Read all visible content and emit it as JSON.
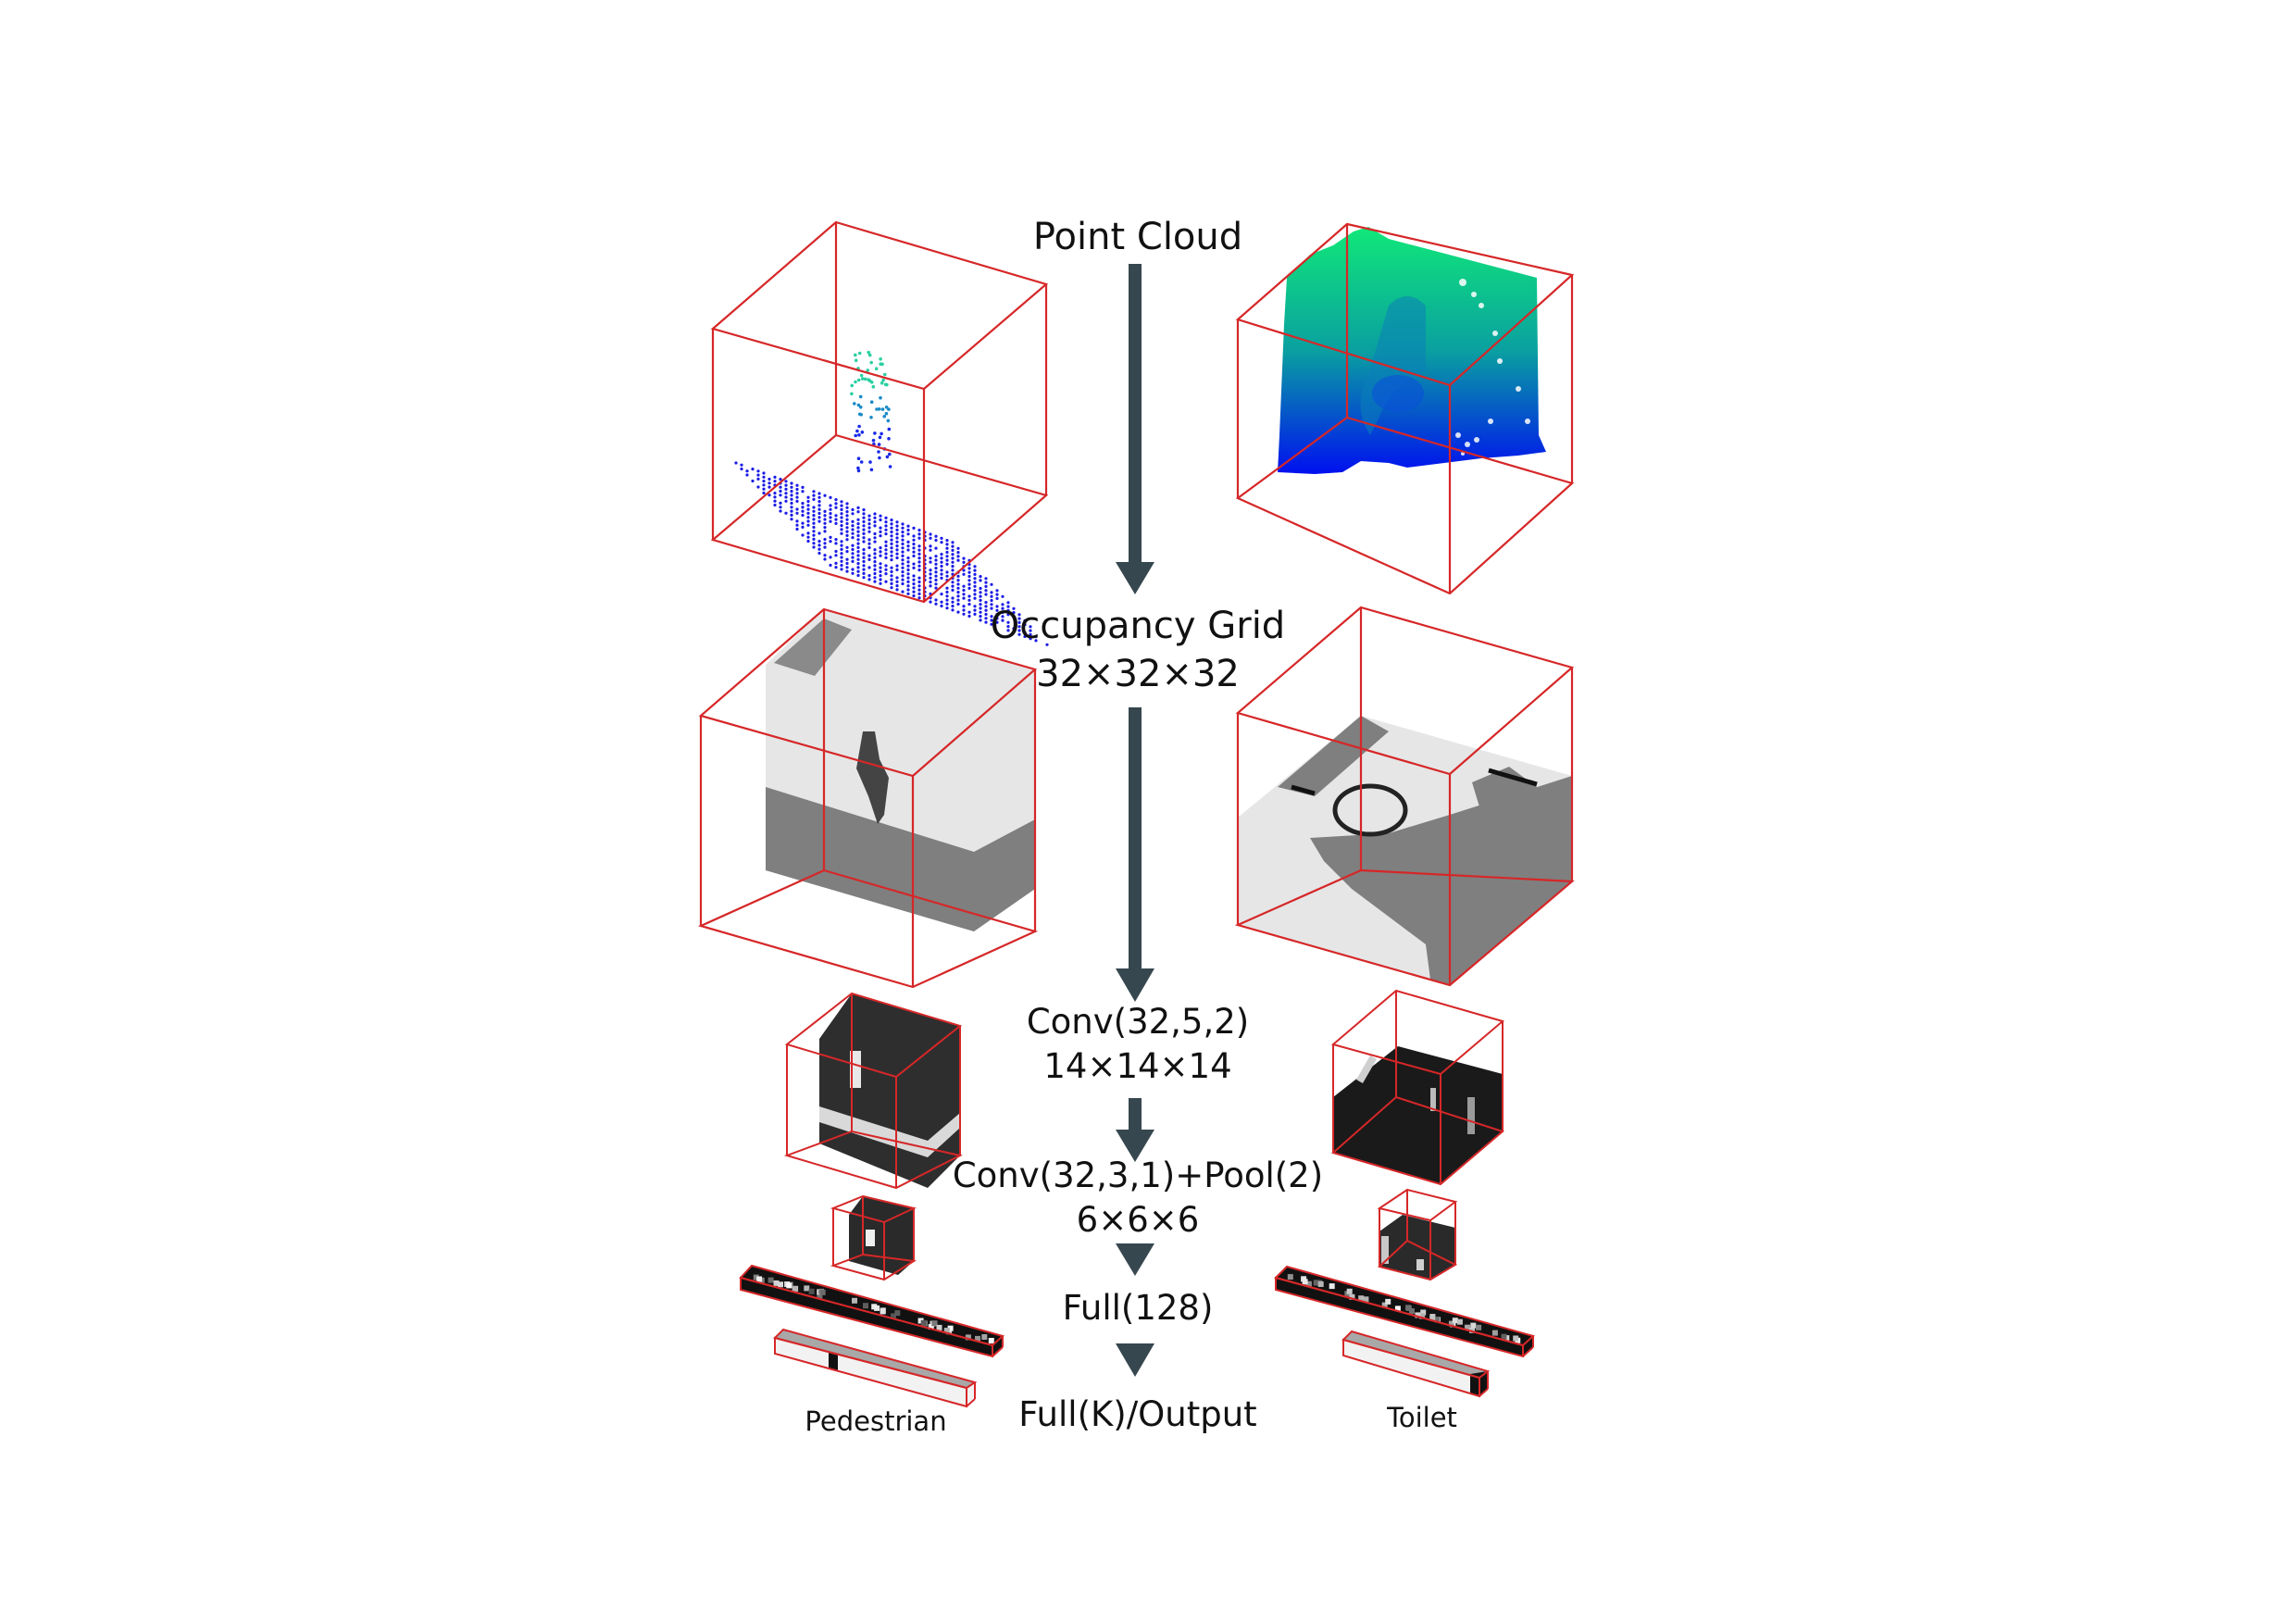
{
  "diagram": {
    "title": "VoxNet pipeline",
    "stages": [
      {
        "id": "point-cloud",
        "label": "Point Cloud",
        "sublabel": ""
      },
      {
        "id": "occupancy-grid",
        "label": "Occupancy Grid",
        "sublabel": "32×32×32"
      },
      {
        "id": "conv1",
        "label": "Conv(32,5,2)",
        "sublabel": "14×14×14"
      },
      {
        "id": "conv2",
        "label": "Conv(32,3,1)+Pool(2)",
        "sublabel": "6×6×6"
      },
      {
        "id": "fc1",
        "label": "Full(128)",
        "sublabel": ""
      },
      {
        "id": "output",
        "label": "Full(K)/Output",
        "sublabel": ""
      }
    ],
    "examples": [
      {
        "id": "pedestrian",
        "label": "Pedestrian"
      },
      {
        "id": "toilet",
        "label": "Toilet"
      }
    ],
    "colors": {
      "arrow": "#37474f",
      "box_edge": "#d62728",
      "text": "#111111",
      "cloud_low": "#0000ff",
      "cloud_high": "#00ff80"
    }
  }
}
